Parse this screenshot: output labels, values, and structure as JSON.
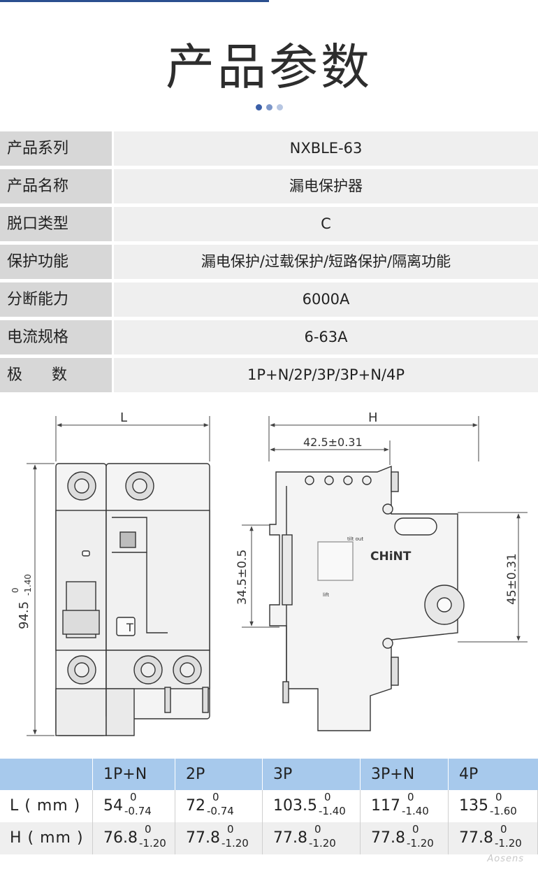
{
  "header": {
    "title": "产品参数",
    "dot_colors": [
      "#3b5fa8",
      "#7d97c9",
      "#b7c6e2"
    ]
  },
  "spec_rows": [
    {
      "key": "产品系列",
      "value": "NXBLE-63"
    },
    {
      "key": "产品名称",
      "value": "漏电保护器"
    },
    {
      "key": "脱口类型",
      "value": "C"
    },
    {
      "key": "保护功能",
      "value": "漏电保护/过载保护/短路保护/隔离功能"
    },
    {
      "key": "分断能力",
      "value": "6000A"
    },
    {
      "key": "电流规格",
      "value": "6-63A"
    },
    {
      "key": "极      数",
      "value": "1P+N/2P/3P/3P+N/4P"
    }
  ],
  "drawing": {
    "label_L": "L",
    "label_H": "H",
    "dim_depth": "42.5±0.31",
    "dim_height": "94.5",
    "dim_height_tol_up": "0",
    "dim_height_tol_dn": "-1.40",
    "dim_rail": "34.5±0.5",
    "dim_front": "45±0.31",
    "brand": "CHiNT",
    "tilt_out": "tilt out",
    "lift": "lift",
    "button_letter": "T"
  },
  "dims_table": {
    "headers": [
      "",
      "1P+N",
      "2P",
      "3P",
      "3P+N",
      "4P"
    ],
    "rows": [
      {
        "label": "L ( mm )",
        "cells": [
          {
            "nom": "54",
            "up": "0",
            "dn": "-0.74"
          },
          {
            "nom": "72",
            "up": "0",
            "dn": "-0.74"
          },
          {
            "nom": "103.5",
            "up": "0",
            "dn": "-1.40"
          },
          {
            "nom": "117",
            "up": "0",
            "dn": "-1.40"
          },
          {
            "nom": "135",
            "up": "0",
            "dn": "-1.60"
          }
        ]
      },
      {
        "label": "H ( mm )",
        "cells": [
          {
            "nom": "76.8",
            "up": "0",
            "dn": "-1.20"
          },
          {
            "nom": "77.8",
            "up": "0",
            "dn": "-1.20"
          },
          {
            "nom": "77.8",
            "up": "0",
            "dn": "-1.20"
          },
          {
            "nom": "77.8",
            "up": "0",
            "dn": "-1.20"
          },
          {
            "nom": "77.8",
            "up": "0",
            "dn": "-1.20"
          }
        ]
      }
    ]
  },
  "watermark": "Aosens"
}
